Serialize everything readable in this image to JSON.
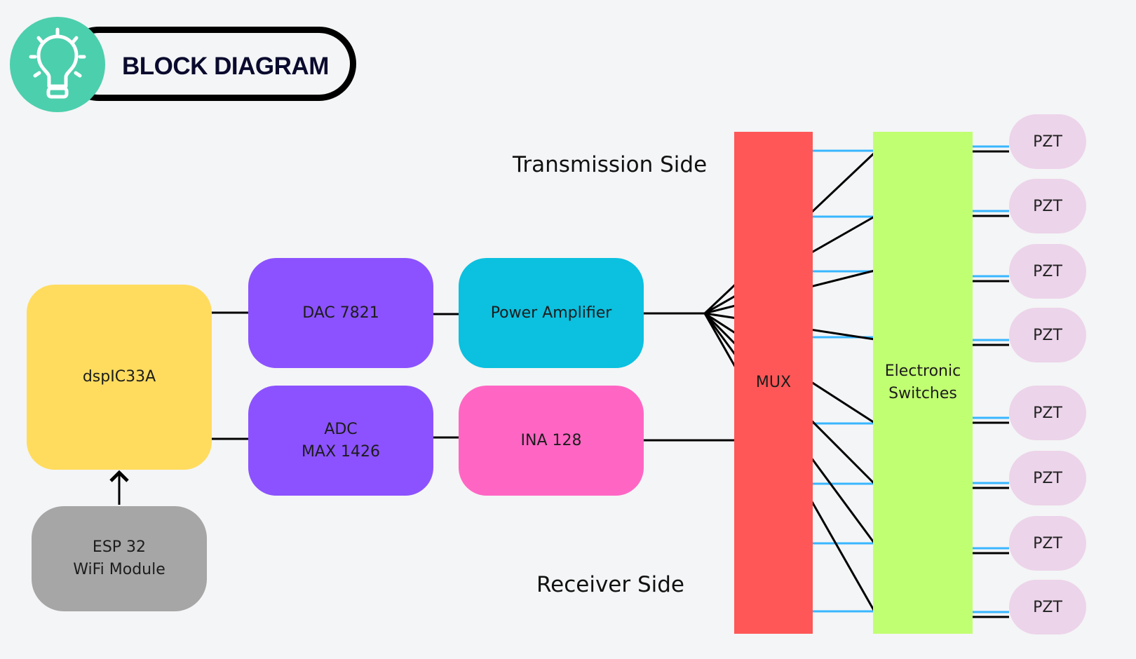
{
  "header": {
    "title": "BLOCK DIAGRAM",
    "icon": "lightbulb-icon"
  },
  "blocks": {
    "dsp": {
      "label": "dspIC33A",
      "color": "#ffdc5e"
    },
    "dac": {
      "label": "DAC 7821",
      "color": "#8c52ff"
    },
    "adc": {
      "label": "ADC\nMAX 1426",
      "color": "#8c52ff"
    },
    "power_amp": {
      "label": "Power Amplifier",
      "color": "#0cc0df"
    },
    "ina": {
      "label": "INA 128",
      "color": "#ff66c4"
    },
    "esp": {
      "label": "ESP 32\nWiFi Module",
      "color": "#a6a6a6"
    },
    "mux": {
      "label": "MUX",
      "color": "#ff5757"
    },
    "switches": {
      "label": "Electronic\nSwitches",
      "color": "#c1ff72"
    }
  },
  "labels": {
    "transmission": "Transmission Side",
    "receiver": "Receiver Side"
  },
  "pzt": [
    "PZT",
    "PZT",
    "PZT",
    "PZT",
    "PZT",
    "PZT",
    "PZT",
    "PZT"
  ],
  "colors": {
    "blue_link": "#38b6ff",
    "pzt_fill": "#ecd4ea",
    "background": "#f4f5f6"
  }
}
